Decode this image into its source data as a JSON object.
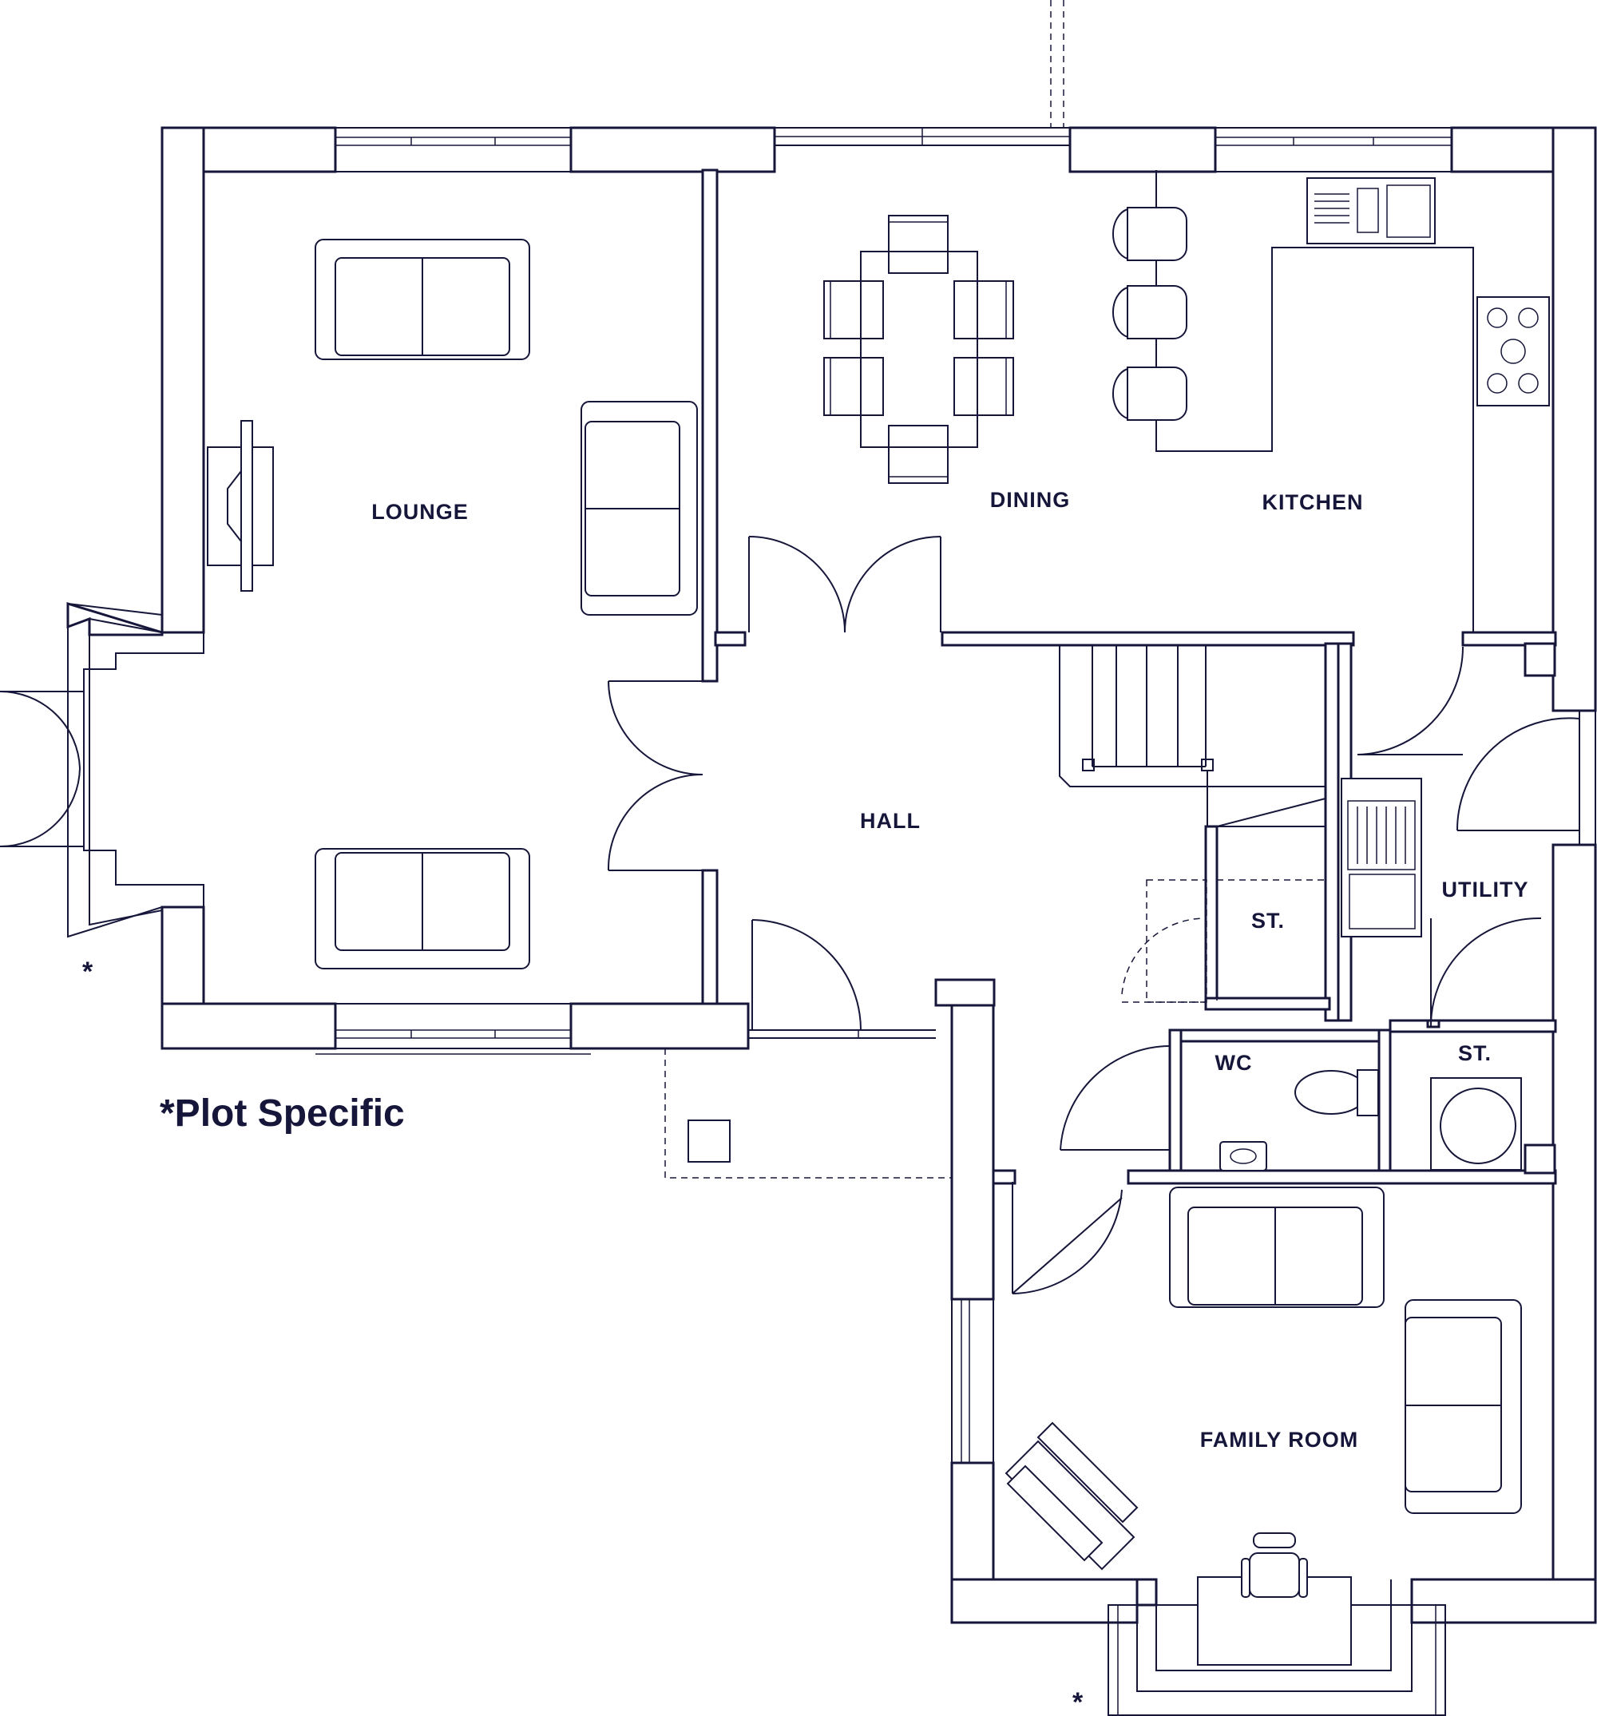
{
  "rooms": {
    "lounge": "LOUNGE",
    "dining": "DINING",
    "kitchen": "KITCHEN",
    "hall": "HALL",
    "store_hall": "ST.",
    "utility": "UTILITY",
    "wc": "WC",
    "store_utility": "ST.",
    "family_room": "FAMILY ROOM"
  },
  "notes": {
    "plot_specific": "*Plot Specific",
    "asterisk_bay": "*",
    "asterisk_family": "*"
  },
  "colors": {
    "line": "#16163a",
    "background": "#ffffff"
  }
}
